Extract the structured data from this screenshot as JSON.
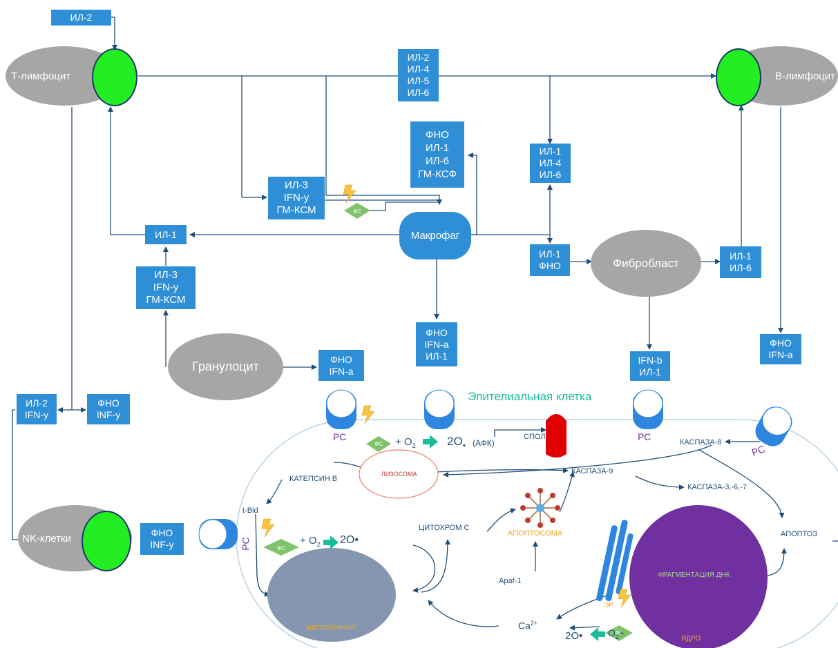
{
  "cells": {
    "t_lymph": "Т-лимфоцит",
    "b_lymph": "В-лимфоцит",
    "macrophage": "Макрофаг",
    "fibroblast": "Фибробласт",
    "granulocyte": "Гранулоцит",
    "nk": "NK-клетки",
    "epithelial": "Эпителиальная клетка"
  },
  "boxes": {
    "il2_top": [
      "ИЛ-2"
    ],
    "il_t_to_b": [
      "ИЛ-2",
      "ИЛ-4",
      "ИЛ-5",
      "ИЛ-6"
    ],
    "mac_out_top": [
      "ФНО",
      "ИЛ-1",
      "ИЛ-6",
      "ГМ-КСФ"
    ],
    "il_1_4_6": [
      "ИЛ-1",
      "ИЛ-4",
      "ИЛ-6"
    ],
    "il3_t": [
      "ИЛ-3",
      "IFN-y",
      "ГМ-КСМ"
    ],
    "il1_left": [
      "ИЛ-1"
    ],
    "il3_gran": [
      "ИЛ-3",
      "IFN-y",
      "ГМ-КСМ"
    ],
    "il1_fno": [
      "ИЛ-1",
      "ФНО"
    ],
    "il1_il6": [
      "ИЛ-1",
      "ИЛ-6"
    ],
    "mac_bottom": [
      "ФНО",
      "IFN-a",
      "ИЛ-1"
    ],
    "gran_out": [
      "ФНО",
      "IFN-a"
    ],
    "b_out": [
      "ФНО",
      "IFN-a"
    ],
    "fib_out": [
      "IFN-b",
      "ИЛ-1"
    ],
    "il2_ifn": [
      "ИЛ-2",
      "IFN-y"
    ],
    "fno_inf_t": [
      "ФНО",
      "INF-y"
    ],
    "fno_inf_nk": [
      "ФНО",
      "INF-y"
    ]
  },
  "labels": {
    "rc": "РС",
    "fs": "ФС",
    "plus_o2_top": "+ O",
    "o2_sub": "2",
    "two_o": "2O",
    "afk": "(АФК)",
    "spol": "СПОЛ",
    "lysosome": "ЛИЗОСОМА",
    "caspase8": "КАСПАЗА-8",
    "caspase9": "КАСПАЗА-9",
    "caspase367": "КАСПАЗА-3,-6,-7",
    "cathepsin": "КАТЕПСИН В",
    "tbid": "t-Bid",
    "cytochrome": "ЦИТОХРОМ С",
    "apoptosome": "АПОПТОСОМА",
    "apoptosis": "АПОПТОЗ",
    "apaf": "Apaf-1",
    "mito": "МИТОХОНРИЯ",
    "dna": "ФРАГМЕНТАЦИЯ ДНК",
    "nucleus": "ЯДРО",
    "er": "ЭР",
    "ca": "Ca",
    "ca_sup": "2+",
    "plus_o2_mito": "+ O",
    "two_o_dot": "2O•",
    "o2_plus": "O",
    "o2_plus_tail": "+"
  },
  "colors": {
    "box_blue": "#2f8fd6",
    "cell_gray": "#a6a6a6",
    "green_circle": "#22ee22",
    "nucleus_purple": "#7030a0",
    "mito_gray": "#8496b0",
    "receptor_blue": "#2e86de",
    "fs_green": "#7fc36b",
    "arrow_teal": "#1abc9c",
    "epithelial_text": "#1abc9c",
    "spol_red": "#e00000"
  },
  "icons": [
    "lightning-icon",
    "receptor-icon",
    "apoptosome-icon",
    "er-icon"
  ]
}
